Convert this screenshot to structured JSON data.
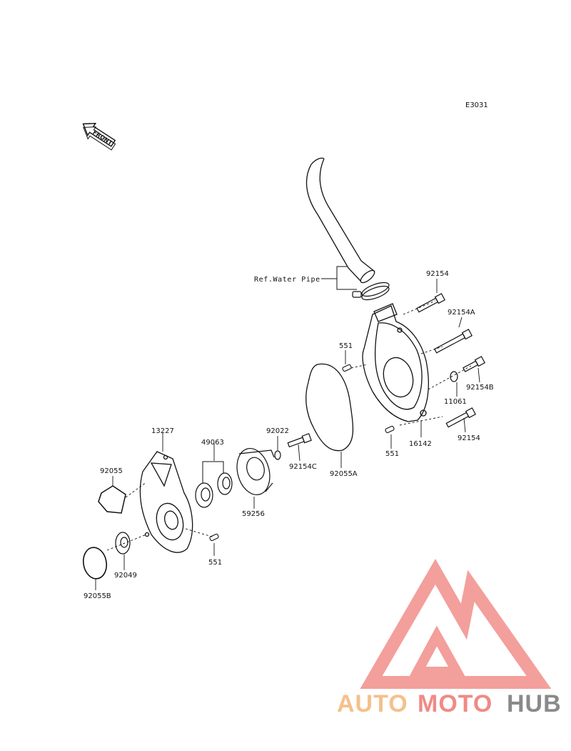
{
  "diagram": {
    "code": "E3031",
    "front_arrow_label": "FRONT",
    "ref_label": "Ref.Water Pipe",
    "labels": {
      "p92154_top": "92154",
      "p92154A": "92154A",
      "p551_top": "551",
      "p92154B": "92154B",
      "p11061": "11061",
      "p92154_bottom": "92154",
      "p16142": "16142",
      "p551_mid": "551",
      "p92055A": "92055A",
      "p92154C": "92154C",
      "p92022": "92022",
      "p49063": "49063",
      "p13227": "13227",
      "p92055": "92055",
      "p59256": "59256",
      "p551_low": "551",
      "p92049": "92049",
      "p92055B": "92055B"
    }
  },
  "watermark": {
    "word_1": "AUTO",
    "word_2": "MOTO",
    "word_3": "HUB",
    "colors": {
      "auto": "#f5c08a",
      "moto": "#f08a86",
      "hub": "#8a8a8a",
      "triangle": "#f39a96"
    }
  }
}
